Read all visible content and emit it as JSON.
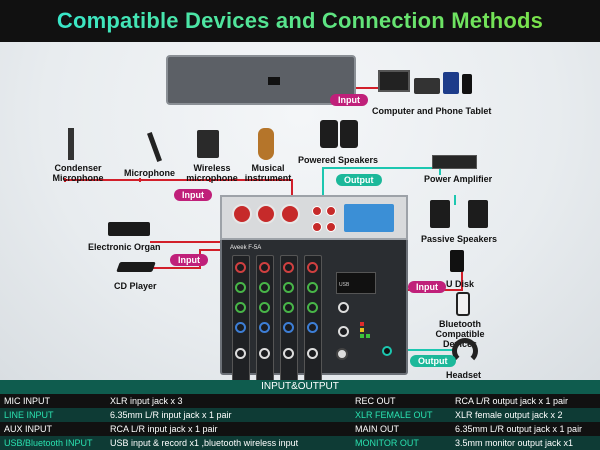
{
  "title": "Compatible Devices and Connection Methods",
  "tags": {
    "input_computer": "Input",
    "output_speakers": "Output",
    "input_mics": "Input",
    "input_organ_cd": "Input",
    "input_udisk": "Input",
    "output_headset": "Output"
  },
  "devices": {
    "computer": "Computer and Phone Tablet",
    "powered_speakers": "Powered Speakers",
    "condenser_mic": "Condenser Microphone",
    "microphone": "Microphone",
    "wireless_mic": "Wireless microphone",
    "instrument": "Musical instrument",
    "power_amplifier": "Power Amplifier",
    "passive_speakers": "Passive Speakers",
    "organ": "Electronic Organ",
    "cd_player": "CD Player",
    "udisk": "U Disk",
    "bluetooth": "Bluetooth Compatible Devices",
    "headset": "Headset"
  },
  "mixer": {
    "brand": "Aveek",
    "model": "F-5A",
    "usb_label": "USB"
  },
  "io_table": {
    "heading": "INPUT&OUTPUT",
    "rows": [
      {
        "c1": "MIC INPUT",
        "c2": "XLR input jack x 3",
        "c3": "REC OUT",
        "c4": "RCA L/R output jack x 1 pair"
      },
      {
        "c1": "LINE INPUT",
        "c2": "6.35mm L/R input jack x 1 pair",
        "c3": "XLR FEMALE OUT",
        "c4": "XLR female output jack x 2"
      },
      {
        "c1": "AUX INPUT",
        "c2": "RCA L/R input jack x 1 pair",
        "c3": "MAIN OUT",
        "c4": "6.35mm L/R output jack x 1 pair"
      },
      {
        "c1": "USB/Bluetooth INPUT",
        "c2": "USB input & record x1 ,bluetooth wireless input",
        "c3": "MONITOR OUT",
        "c4": "3.5mm monitor output jack x1"
      }
    ]
  },
  "colors": {
    "input_tag": "#c0207a",
    "output_tag": "#1cb89a",
    "input_wire": "#d21f2a",
    "output_wire": "#1cc7b0",
    "title_gradient_start": "#39e6c9",
    "title_gradient_end": "#7ae24a"
  }
}
